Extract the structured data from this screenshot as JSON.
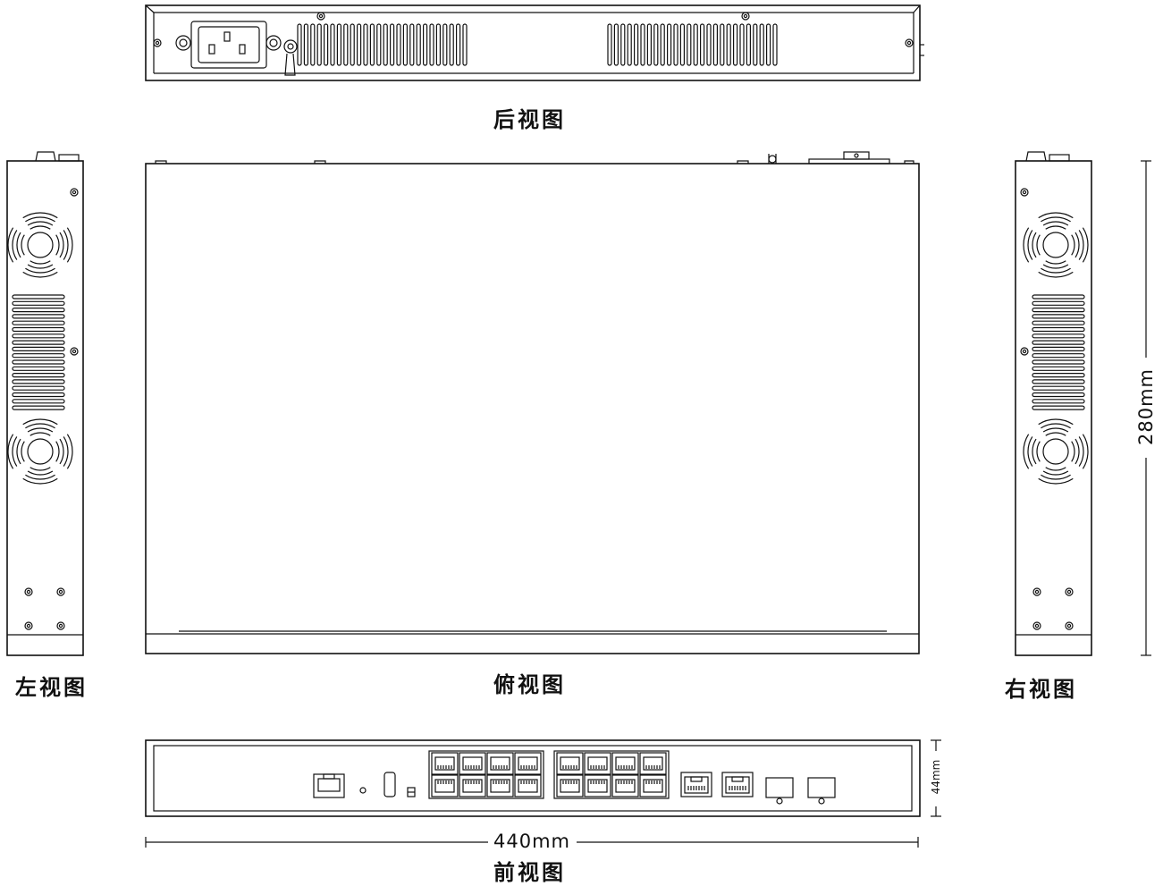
{
  "labels": {
    "rear": "后视图",
    "top": "俯视图",
    "left": "左视图",
    "right": "右视图",
    "front": "前视图"
  },
  "dimensions": {
    "width": "440mm",
    "depth": "280mm",
    "height": "44mm"
  },
  "front_panel": {
    "console_ports": 1,
    "rj45_port_groups": 2,
    "rj45_ports_per_group": 8,
    "uplink_rj45_ports": 2,
    "sfp_slots": 2
  },
  "colors": {
    "line": "#111111",
    "background": "#ffffff"
  }
}
